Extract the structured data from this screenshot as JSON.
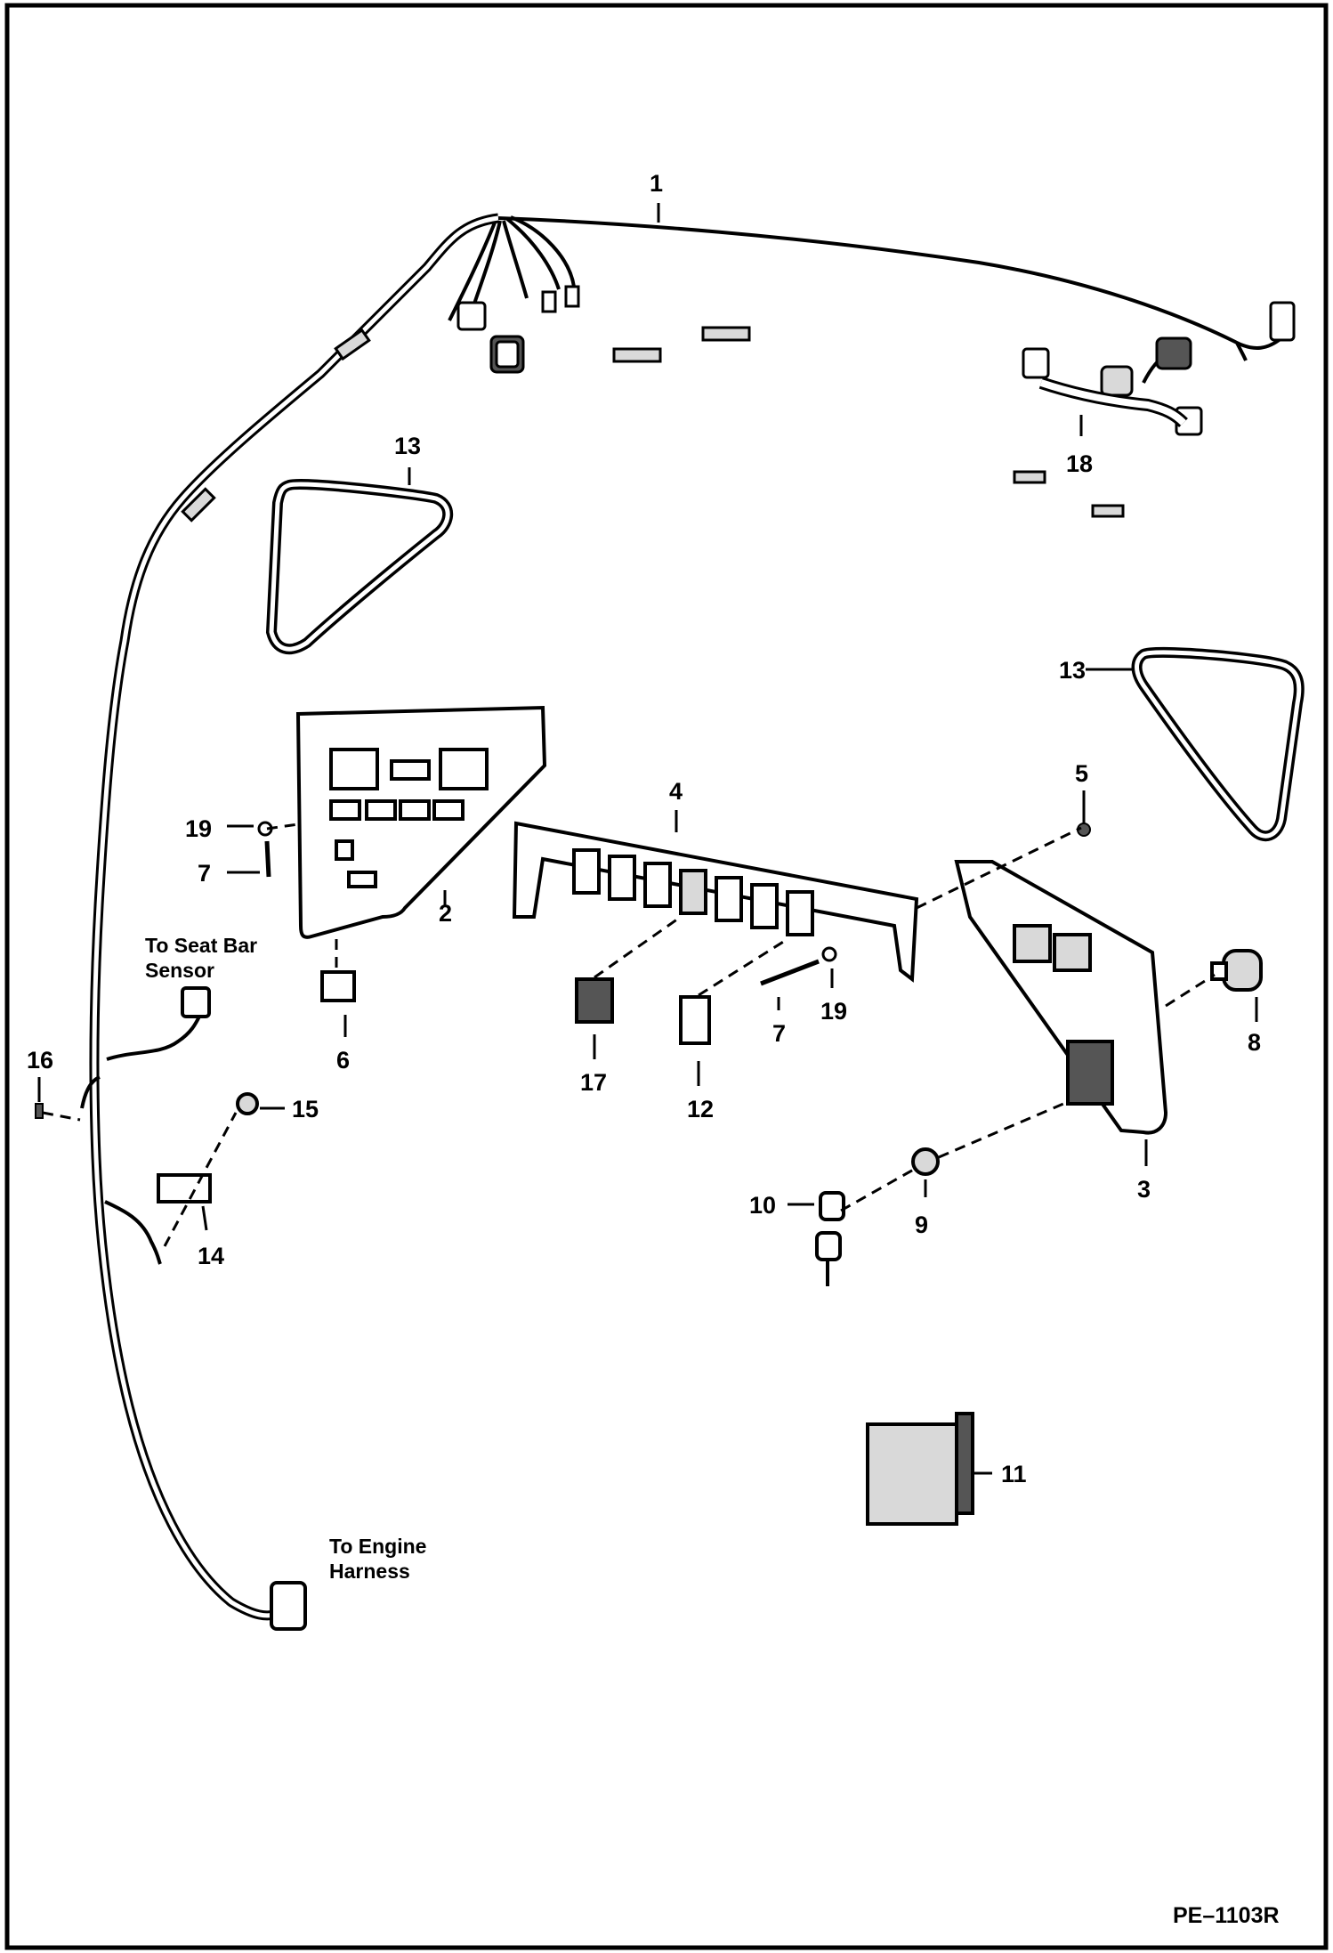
{
  "colors": {
    "ink": "#000000",
    "paper": "#ffffff",
    "fill_gray": "#d9d9d9",
    "fill_dark": "#555555"
  },
  "callouts": [
    {
      "id": "c1",
      "text": "1"
    },
    {
      "id": "c2",
      "text": "2"
    },
    {
      "id": "c3",
      "text": "3"
    },
    {
      "id": "c4",
      "text": "4"
    },
    {
      "id": "c5",
      "text": "5"
    },
    {
      "id": "c6",
      "text": "6"
    },
    {
      "id": "c7a",
      "text": "7"
    },
    {
      "id": "c7b",
      "text": "7"
    },
    {
      "id": "c8",
      "text": "8"
    },
    {
      "id": "c9",
      "text": "9"
    },
    {
      "id": "c10",
      "text": "10"
    },
    {
      "id": "c11",
      "text": "11"
    },
    {
      "id": "c12",
      "text": "12"
    },
    {
      "id": "c13a",
      "text": "13"
    },
    {
      "id": "c13b",
      "text": "13"
    },
    {
      "id": "c14",
      "text": "14"
    },
    {
      "id": "c15",
      "text": "15"
    },
    {
      "id": "c16",
      "text": "16"
    },
    {
      "id": "c17",
      "text": "17"
    },
    {
      "id": "c18",
      "text": "18"
    },
    {
      "id": "c19a",
      "text": "19"
    },
    {
      "id": "c19b",
      "text": "19"
    }
  ],
  "notes": {
    "seat_bar_line1": "To Seat Bar",
    "seat_bar_line2": "Sensor",
    "engine_line1": "To Engine",
    "engine_line2": "Harness"
  },
  "reference": "PE–1103R"
}
